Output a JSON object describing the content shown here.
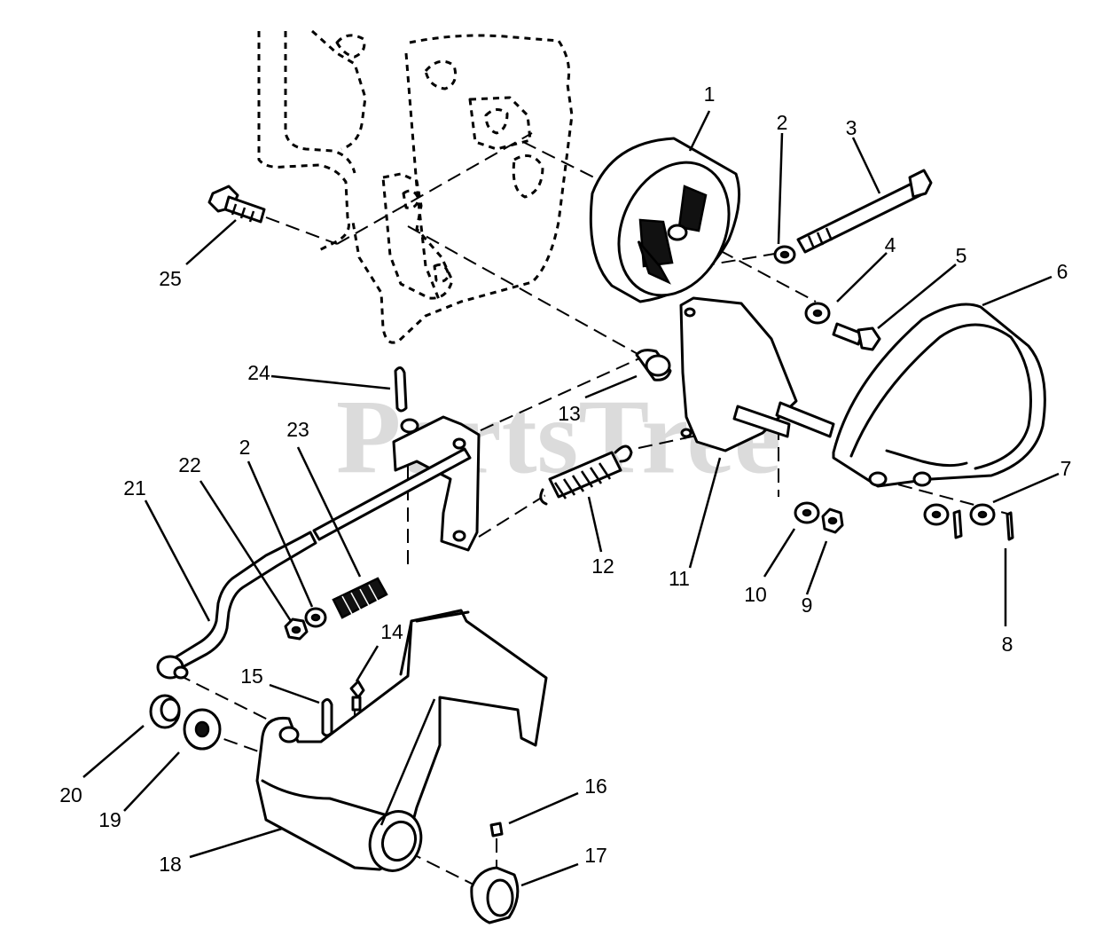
{
  "watermark": "PartsTree",
  "callouts": {
    "c1": "1",
    "c2a": "2",
    "c2b": "2",
    "c3": "3",
    "c4": "4",
    "c5": "5",
    "c6": "6",
    "c7": "7",
    "c8": "8",
    "c9": "9",
    "c10": "10",
    "c11": "11",
    "c12": "12",
    "c13": "13",
    "c14": "14",
    "c15": "15",
    "c16": "16",
    "c17": "17",
    "c18": "18",
    "c19": "19",
    "c20": "20",
    "c21": "21",
    "c22": "22",
    "c23": "23",
    "c24": "24",
    "c25": "25"
  }
}
